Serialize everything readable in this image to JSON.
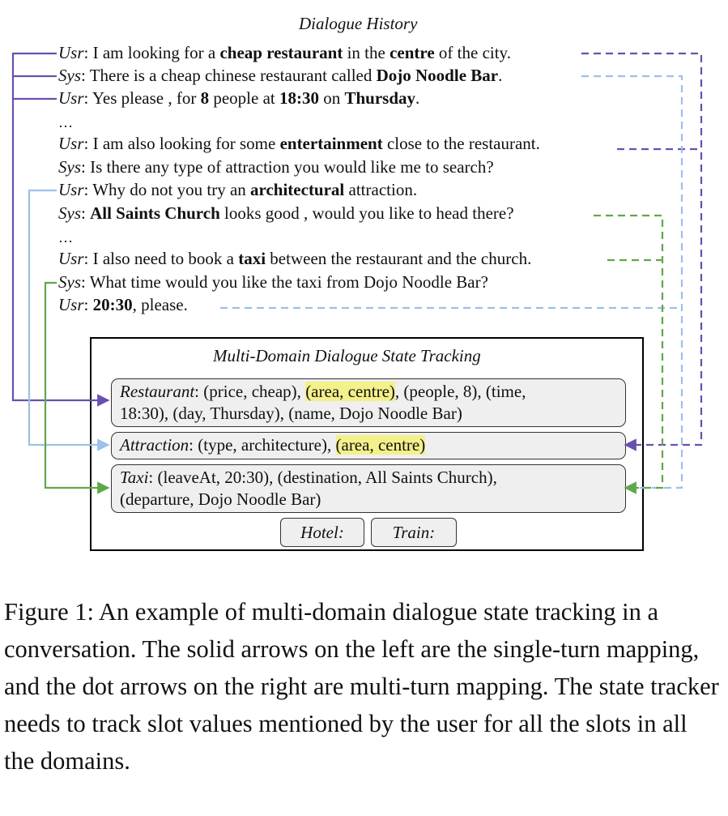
{
  "dialogue_title": "Dialogue History",
  "turns": [
    {
      "speaker": "Usr",
      "parts": [
        {
          "t": ": I am looking for a "
        },
        {
          "t": "cheap restaurant",
          "b": true
        },
        {
          "t": " in the "
        },
        {
          "t": "centre",
          "b": true
        },
        {
          "t": " of the city."
        }
      ]
    },
    {
      "speaker": "Sys",
      "parts": [
        {
          "t": ": There is a cheap chinese restaurant called "
        },
        {
          "t": "Dojo Noodle Bar",
          "b": true
        },
        {
          "t": "."
        }
      ]
    },
    {
      "speaker": "Usr",
      "parts": [
        {
          "t": ": Yes please , for "
        },
        {
          "t": "8",
          "b": true
        },
        {
          "t": " people at "
        },
        {
          "t": "18:30",
          "b": true
        },
        {
          "t": " on "
        },
        {
          "t": "Thursday",
          "b": true
        },
        {
          "t": "."
        }
      ]
    },
    {
      "speaker": "Usr",
      "parts": [
        {
          "t": ": I am also looking for some "
        },
        {
          "t": "entertainment",
          "b": true
        },
        {
          "t": " close to the restaurant."
        }
      ]
    },
    {
      "speaker": "Sys",
      "parts": [
        {
          "t": ": Is there any type of attraction you would like me to search?"
        }
      ]
    },
    {
      "speaker": "Usr",
      "parts": [
        {
          "t": ": Why do not you try an "
        },
        {
          "t": "architectural",
          "b": true
        },
        {
          "t": " attraction."
        }
      ]
    },
    {
      "speaker": "Sys",
      "parts": [
        {
          "t": ": "
        },
        {
          "t": "All Saints Church",
          "b": true
        },
        {
          "t": " looks good , would you like to head there?"
        }
      ]
    },
    {
      "speaker": "Usr",
      "parts": [
        {
          "t": ": I also need to book a "
        },
        {
          "t": "taxi",
          "b": true
        },
        {
          "t": " between the restaurant and the church."
        }
      ]
    },
    {
      "speaker": "Sys",
      "parts": [
        {
          "t": ": What time would you like the taxi from Dojo Noodle Bar?"
        }
      ]
    },
    {
      "speaker": "Usr",
      "parts": [
        {
          "t": ": "
        },
        {
          "t": "20:30",
          "b": true
        },
        {
          "t": ", please."
        }
      ]
    }
  ],
  "ellipsis": "…",
  "dst_title": "Multi-Domain Dialogue State Tracking",
  "domains": [
    {
      "name": "Restaurant",
      "lines": [
        [
          {
            "t": ": (price, cheap), "
          },
          {
            "t": "(area, centre)",
            "h": true
          },
          {
            "t": ", (people, 8), (time,"
          }
        ],
        [
          {
            "t": "18:30), (day, Thursday), (name, Dojo Noodle Bar)"
          }
        ]
      ]
    },
    {
      "name": "Attraction",
      "lines": [
        [
          {
            "t": ": (type, architecture), "
          },
          {
            "t": "(area, centre)",
            "h": true
          }
        ]
      ]
    },
    {
      "name": "Taxi",
      "lines": [
        [
          {
            "t": ": (leaveAt, 20:30), (destination, All Saints Church),"
          }
        ],
        [
          {
            "t": "(departure, Dojo Noodle Bar)"
          }
        ]
      ]
    }
  ],
  "empty_domains": [
    "Hotel:",
    "Train:"
  ],
  "caption": "Figure 1: An example of multi-domain dialogue state tracking in a conversation. The solid arrows on the left are the single-turn mapping, and the dot arrows on the right are multi-turn mapping. The state tracker needs to track slot values mentioned by the user for all the slots in all the domains.",
  "colors": {
    "restaurant": "#6a4fb0",
    "attraction": "#9cc0ea",
    "taxi": "#5fa84a",
    "highlight": "#f4f08a"
  }
}
